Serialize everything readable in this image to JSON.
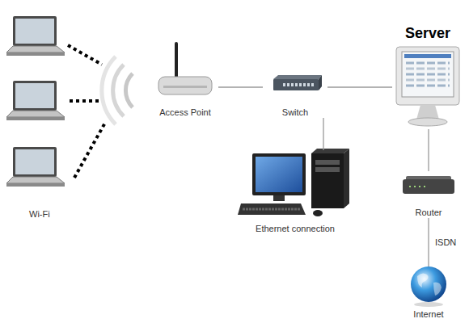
{
  "diagram": {
    "nodes": [
      {
        "text": [
          "Access Point"
        ]
      },
      {
        "text": [
          "Switch"
        ]
      },
      {
        "text": [
          "Server"
        ]
      },
      {
        "text": [
          "Ethernet connection"
        ]
      },
      {
        "text": [
          "Router"
        ]
      },
      {
        "text": [
          "Internet"
        ]
      }
    ],
    "edges": [
      {
        "from": 0,
        "to": 1,
        "arrow": "none"
      },
      {
        "from": 1,
        "to": 2,
        "arrow": "none"
      },
      {
        "from": 1,
        "to": 3,
        "arrow": "none"
      },
      {
        "from": 2,
        "to": 4,
        "arrow": "none"
      },
      {
        "from": 4,
        "to": 5,
        "label": "ISDN",
        "arrow": "none"
      }
    ],
    "labels": [
      "Wi-Fi"
    ]
  }
}
